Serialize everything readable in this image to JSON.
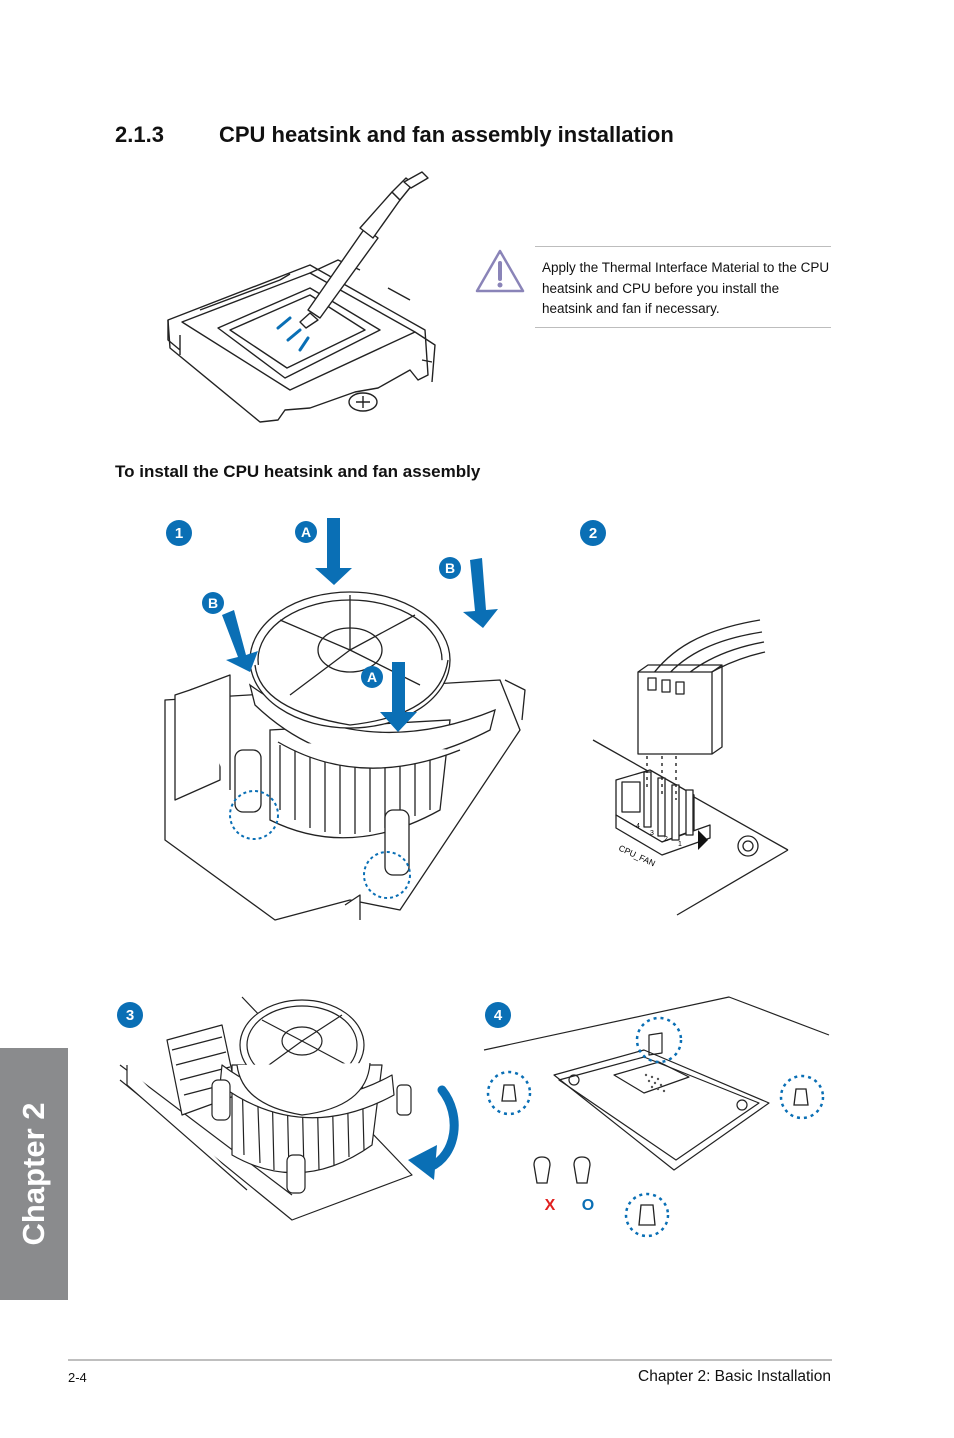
{
  "section": {
    "number": "2.1.3",
    "title": "CPU heatsink and fan assembly installation"
  },
  "caution": {
    "icon": "warning-triangle-icon",
    "text": "Apply the Thermal Interface Material to the CPU heatsink and CPU before you install the heatsink and fan if necessary."
  },
  "procedure": {
    "title": "To install the CPU heatsink and fan assembly"
  },
  "steps": [
    {
      "label": "1"
    },
    {
      "label": "2"
    },
    {
      "label": "3"
    },
    {
      "label": "4"
    }
  ],
  "callouts": {
    "a": "A",
    "b": "B"
  },
  "connector": {
    "label": "CPU_FAN",
    "pins": [
      "4",
      "3",
      "2",
      "1"
    ]
  },
  "push_pin": {
    "wrong": "X",
    "right": "O"
  },
  "chapter_tab": {
    "label": "Chapter 2"
  },
  "footer": {
    "page": "2-4",
    "title": "Chapter 2: Basic Installation"
  },
  "colors": {
    "accent": "#0a6fb5",
    "tab": "#8a8b8d",
    "wrong": "#e0201f",
    "right": "#0a6fb5"
  }
}
